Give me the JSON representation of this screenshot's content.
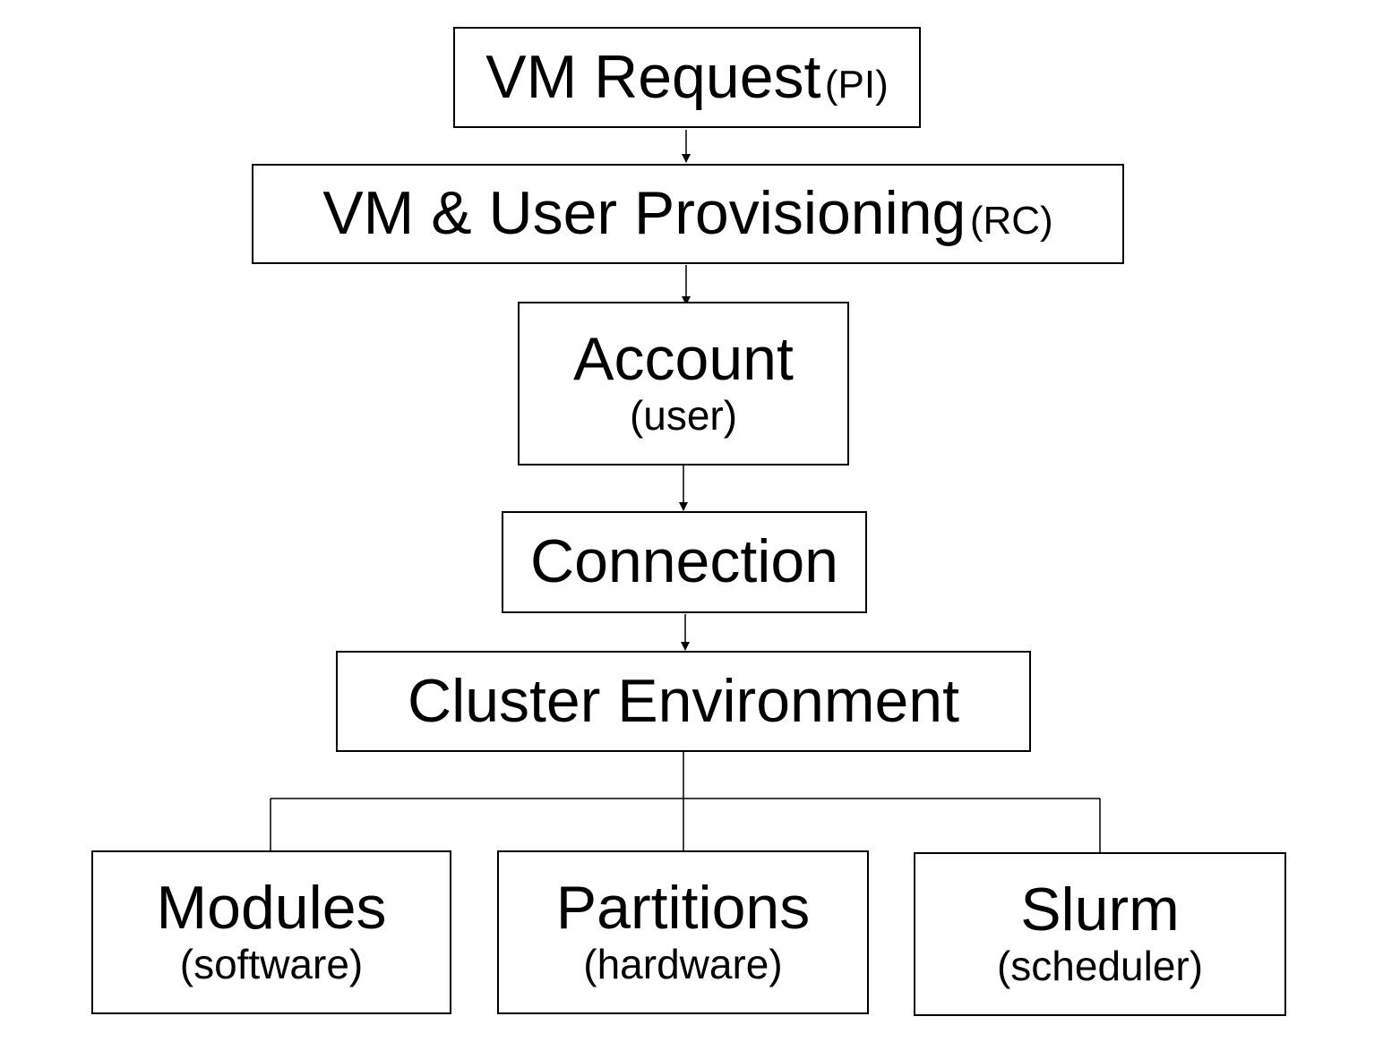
{
  "nodes": {
    "vm_request": {
      "title": "VM Request",
      "role": "(PI)"
    },
    "provisioning": {
      "title": "VM & User Provisioning",
      "role": "(RC)"
    },
    "account": {
      "title": "Account",
      "subtitle": "(user)"
    },
    "connection": {
      "title": "Connection"
    },
    "cluster_env": {
      "title": "Cluster Environment"
    },
    "modules": {
      "title": "Modules",
      "subtitle": "(software)"
    },
    "partitions": {
      "title": "Partitions",
      "subtitle": "(hardware)"
    },
    "slurm": {
      "title": "Slurm",
      "subtitle": "(scheduler)"
    }
  },
  "edges": [
    {
      "from": "vm_request",
      "to": "provisioning",
      "style": "arrow"
    },
    {
      "from": "provisioning",
      "to": "account",
      "style": "arrow"
    },
    {
      "from": "account",
      "to": "connection",
      "style": "arrow"
    },
    {
      "from": "connection",
      "to": "cluster_env",
      "style": "arrow"
    },
    {
      "from": "cluster_env",
      "to": "modules",
      "style": "line"
    },
    {
      "from": "cluster_env",
      "to": "partitions",
      "style": "line"
    },
    {
      "from": "cluster_env",
      "to": "slurm",
      "style": "line"
    }
  ]
}
